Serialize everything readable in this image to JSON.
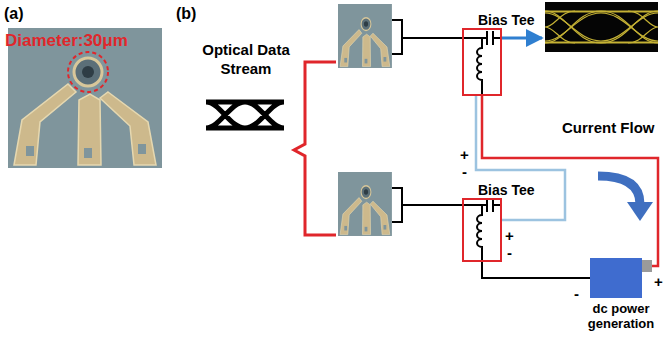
{
  "diagram": {
    "nodes": [
      {
        "text": [
          "Bias Tee"
        ]
      },
      {
        "text": [
          "Bias Tee"
        ]
      },
      {
        "text": [
          "dc power generation"
        ]
      }
    ],
    "edges": [
      {
        "from": 0,
        "to": 2,
        "arrow": "none"
      },
      {
        "from": 1,
        "to": 2,
        "arrow": "none"
      },
      {
        "from": 0,
        "to": 1,
        "arrow": "none"
      }
    ],
    "labels": [
      "(a)",
      "Diameter:30μm",
      "(b)",
      "Optical Data Stream",
      "Current Flow",
      "+",
      "-",
      "+",
      "-",
      "-",
      "+"
    ]
  }
}
